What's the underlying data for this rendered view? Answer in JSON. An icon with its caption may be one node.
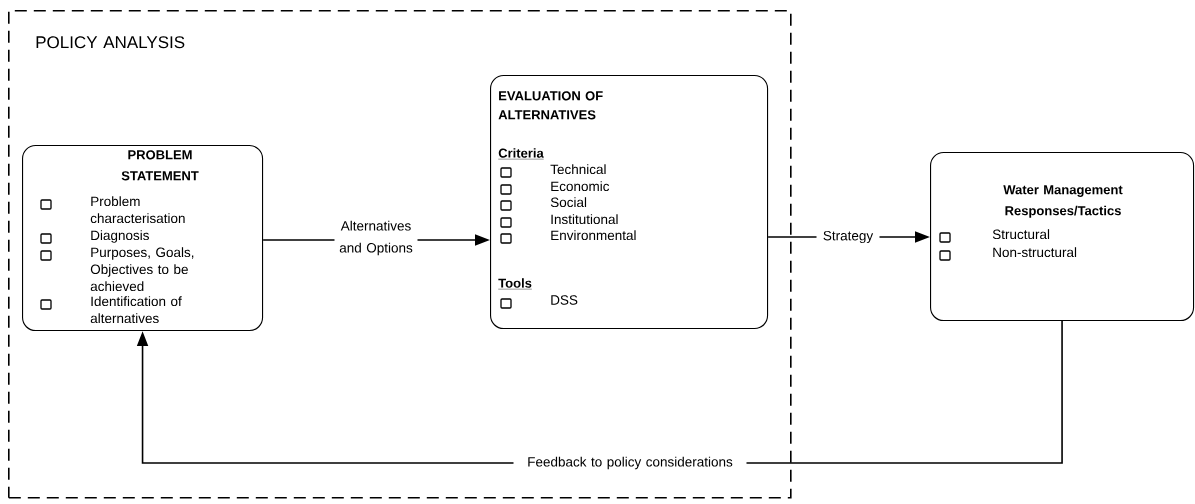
{
  "diagram": {
    "nodes": [
      {
        "text": [
          "POLICY ANALYSIS"
        ]
      },
      {
        "text": [
          "PROBLEM STATEMENT",
          "Problem characterisation",
          "Diagnosis",
          "Purposes, Goals, Objectives to be achieved",
          "Identification of alternatives"
        ],
        "in": 0
      },
      {
        "text": [
          "EVALUATION OF ALTERNATIVES",
          "Criteria",
          "Technical",
          "Economic",
          "Social",
          "Institutional",
          "Environmental",
          "Tools",
          "DSS"
        ],
        "in": 0
      },
      {
        "text": [
          "Water Management Responses/Tactics",
          "Structural",
          "Non-structural"
        ]
      }
    ],
    "edges": [
      {
        "from": 1,
        "to": 2,
        "arrow": "to",
        "label": "Alternatives and Options"
      },
      {
        "from": 2,
        "to": 3,
        "arrow": "to",
        "label": "Strategy"
      },
      {
        "from": 3,
        "to": 1,
        "arrow": "to",
        "label": "Feedback to policy considerations"
      }
    ]
  }
}
